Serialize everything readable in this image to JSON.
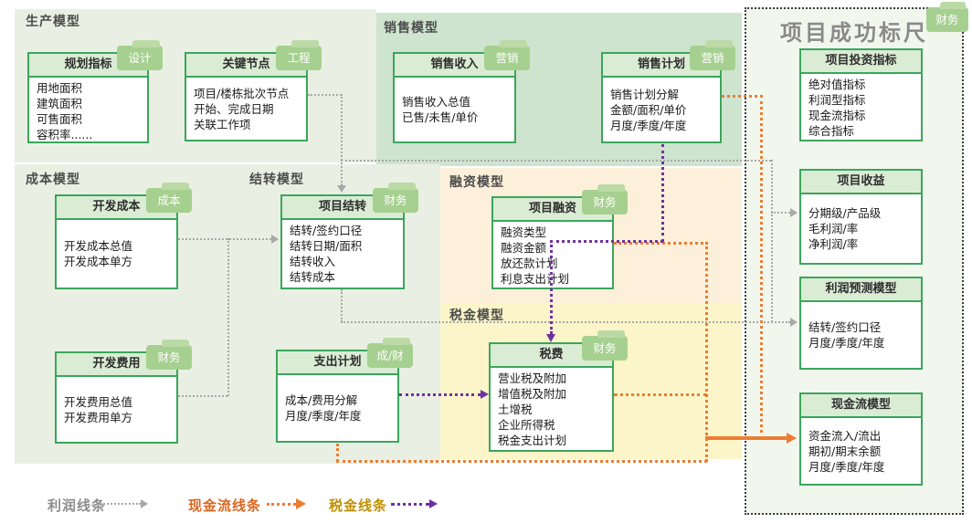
{
  "sections": {
    "production": "生产模型",
    "sales": "销售模型",
    "cost": "成本模型",
    "carryover": "结转模型",
    "financing": "融资模型",
    "tax": "税金模型",
    "ruler_title": "项目成功标尺",
    "ruler_tag": "财务"
  },
  "boxes": {
    "plan": {
      "title": "规划指标",
      "tag": "设计",
      "items": [
        "用地面积",
        "建筑面积",
        "可售面积",
        "容积率......"
      ]
    },
    "node": {
      "title": "关键节点",
      "tag": "工程",
      "items": [
        "项目/楼栋批次节点",
        "开始、完成日期",
        "关联工作项"
      ]
    },
    "sales_income": {
      "title": "销售收入",
      "tag": "营销",
      "items": [
        "销售收入总值",
        "已售/未售/单价"
      ]
    },
    "sales_plan": {
      "title": "销售计划",
      "tag": "营销",
      "items": [
        "销售计划分解",
        "金额/面积/单价",
        "月度/季度/年度"
      ]
    },
    "dev_cost": {
      "title": "开发成本",
      "tag": "成本",
      "items": [
        "开发成本总值",
        "开发成本单方"
      ]
    },
    "carryover": {
      "title": "项目结转",
      "tag": "财务",
      "items": [
        "结转/签约口径",
        "结转日期/面积",
        "结转收入",
        "结转成本"
      ]
    },
    "financing": {
      "title": "项目融资",
      "tag": "财务",
      "items": [
        "融资类型",
        "融资金额",
        "放还款计划",
        "利息支出计划"
      ]
    },
    "dev_expense": {
      "title": "开发费用",
      "tag": "财务",
      "items": [
        "开发费用总值",
        "开发费用单方"
      ]
    },
    "spend_plan": {
      "title": "支出计划",
      "tag": "成/财",
      "items": [
        "成本/费用分解",
        "月度/季度/年度"
      ]
    },
    "tax_fee": {
      "title": "税费",
      "tag": "财务",
      "items": [
        "营业税及附加",
        "增值税及附加",
        "土增税",
        "企业所得税",
        "税金支出计划"
      ]
    },
    "invest": {
      "title": "项目投资指标",
      "items": [
        "绝对值指标",
        "利润型指标",
        "现金流指标",
        "综合指标"
      ]
    },
    "income": {
      "title": "项目收益",
      "items": [
        "分期级/产品级",
        "毛利润/率",
        "净利润/率"
      ]
    },
    "profit_forecast": {
      "title": "利润预测模型",
      "items": [
        "结转/签约口径",
        "月度/季度/年度"
      ]
    },
    "cashflow_model": {
      "title": "现金流模型",
      "items": [
        "资金流入/流出",
        "期初/期末余额",
        "月度/季度/年度"
      ]
    }
  },
  "legend": {
    "profit": "利润线条",
    "cashflow": "现金流线条",
    "tax": "税金线条"
  },
  "colors": {
    "profit_line": "#a8a8a8",
    "cashflow_line": "#ed7d31",
    "tax_line": "#7030a0",
    "box_border": "#3aa65c",
    "box_header": "#daecd4",
    "folder_tag": "#a6d08f",
    "panel_production": "#e9f0e3",
    "panel_sales": "#cfe4cf",
    "panel_financing": "#fcf0da",
    "panel_tax": "#fbf5c9",
    "panel_ruler": "#f2f7ee"
  }
}
